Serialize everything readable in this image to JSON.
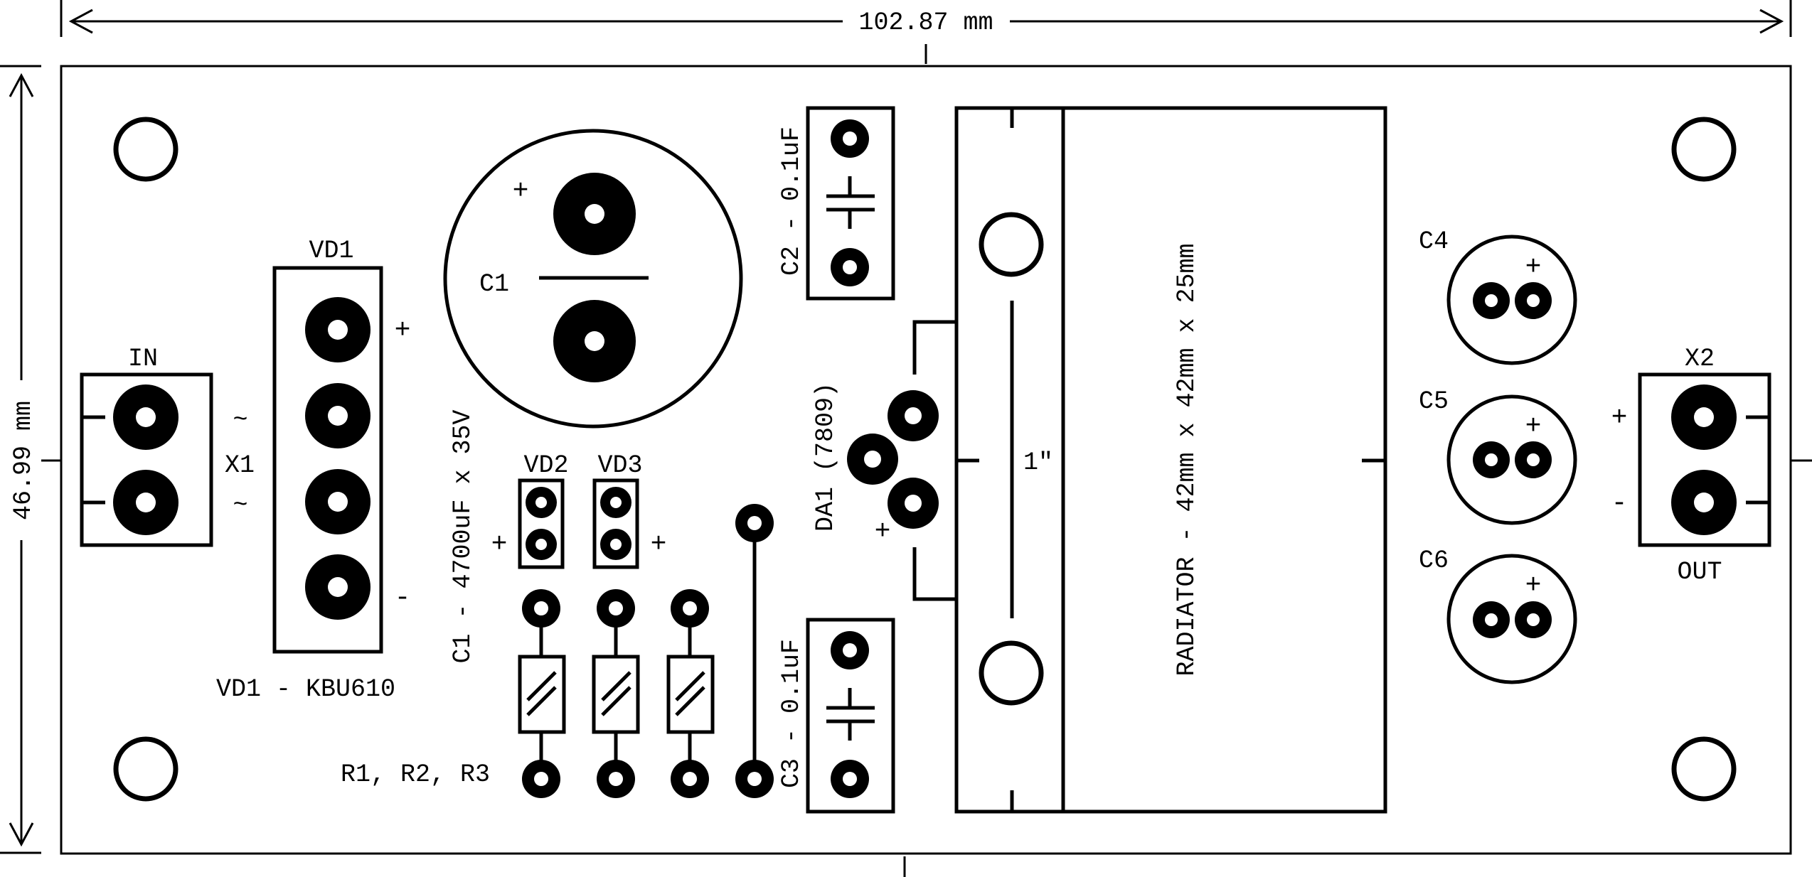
{
  "dimensions": {
    "width": "102.87 mm",
    "height": "46.99 mm"
  },
  "components": {
    "x1": {
      "ref": "X1",
      "label": "IN",
      "pin1": "~",
      "pin2": "~"
    },
    "vd1": {
      "ref": "VD1",
      "plus": "+",
      "minus": "-",
      "value": "VD1 - KBU610"
    },
    "c1": {
      "ref": "C1",
      "plus": "+",
      "value": "C1 - 4700uF x 35V"
    },
    "vd2": {
      "ref": "VD2",
      "plus": "+"
    },
    "vd3": {
      "ref": "VD3",
      "plus": "+"
    },
    "resistors": {
      "value": "R1, R2, R3"
    },
    "c2": {
      "value": "C2 - 0.1uF"
    },
    "c3": {
      "value": "C3 - 0.1uF"
    },
    "da1": {
      "value": "DA1 (7809)",
      "plus": "+"
    },
    "radiator": {
      "value": "RADIATOR - 42mm x 42mm x 25mm",
      "bolt": "1\""
    },
    "c4": {
      "ref": "C4",
      "plus": "+"
    },
    "c5": {
      "ref": "C5",
      "plus": "+"
    },
    "c6": {
      "ref": "C6",
      "plus": "+"
    },
    "x2": {
      "ref": "X2",
      "label": "OUT",
      "plus": "+",
      "minus": "-"
    }
  },
  "colors": {
    "ink": "#000000",
    "background": "#ffffff"
  }
}
